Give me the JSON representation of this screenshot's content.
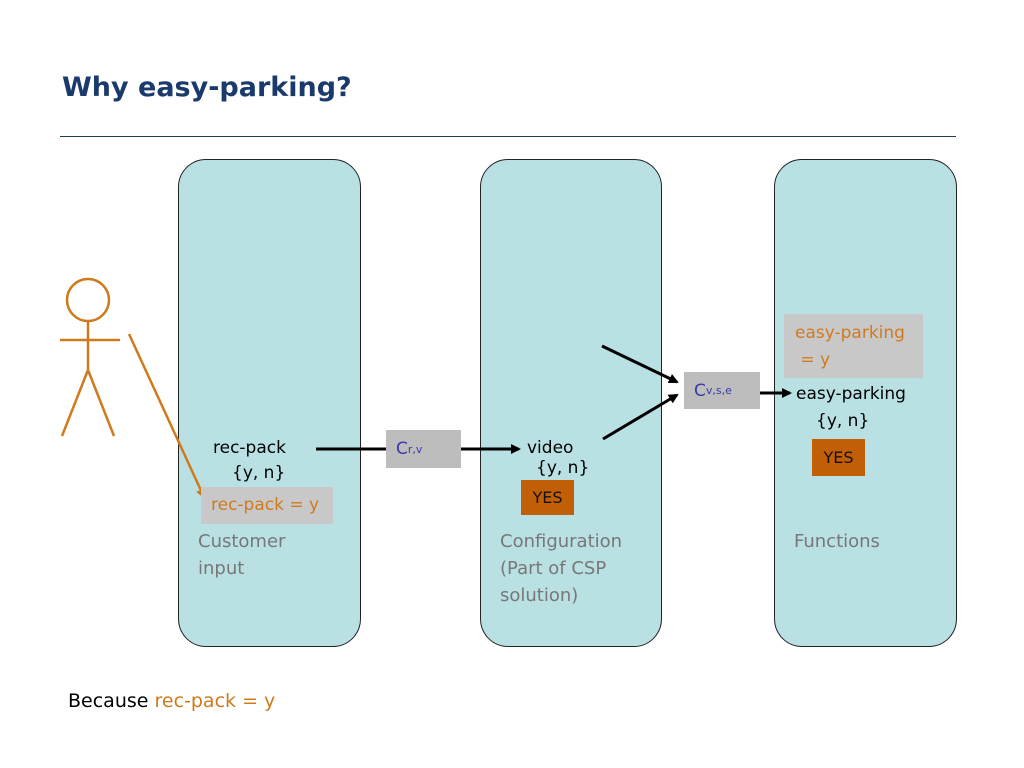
{
  "slide": {
    "title": "Why easy-parking?",
    "footer": {
      "prefix": "Because ",
      "highlight": "rec-pack = y"
    }
  },
  "panels": {
    "left": {
      "var_name": "rec-pack",
      "domain": "{y, n}",
      "assignment": "rec-pack = y",
      "caption": [
        "Customer",
        "input"
      ]
    },
    "middle": {
      "var_name": "video",
      "domain": "{y, n}",
      "value": "YES",
      "caption": [
        "Configuration",
        "(Part of CSP",
        "solution)"
      ]
    },
    "right": {
      "assignment": [
        "easy-parking",
        " = y"
      ],
      "var_name": "easy-parking",
      "domain": "{y, n}",
      "value": "YES",
      "caption": [
        "Functions"
      ]
    }
  },
  "constraints": {
    "c1": {
      "base": "C",
      "sub": "r,v"
    },
    "c2": {
      "base": "C",
      "sub": "v,s,e"
    }
  },
  "colors": {
    "panel_fill": "#b9e1e4",
    "title": "#1a3a6b",
    "orange": "#d07a1e",
    "yes_fill": "#c25e06",
    "constraint_text": "#3a3aa8"
  }
}
